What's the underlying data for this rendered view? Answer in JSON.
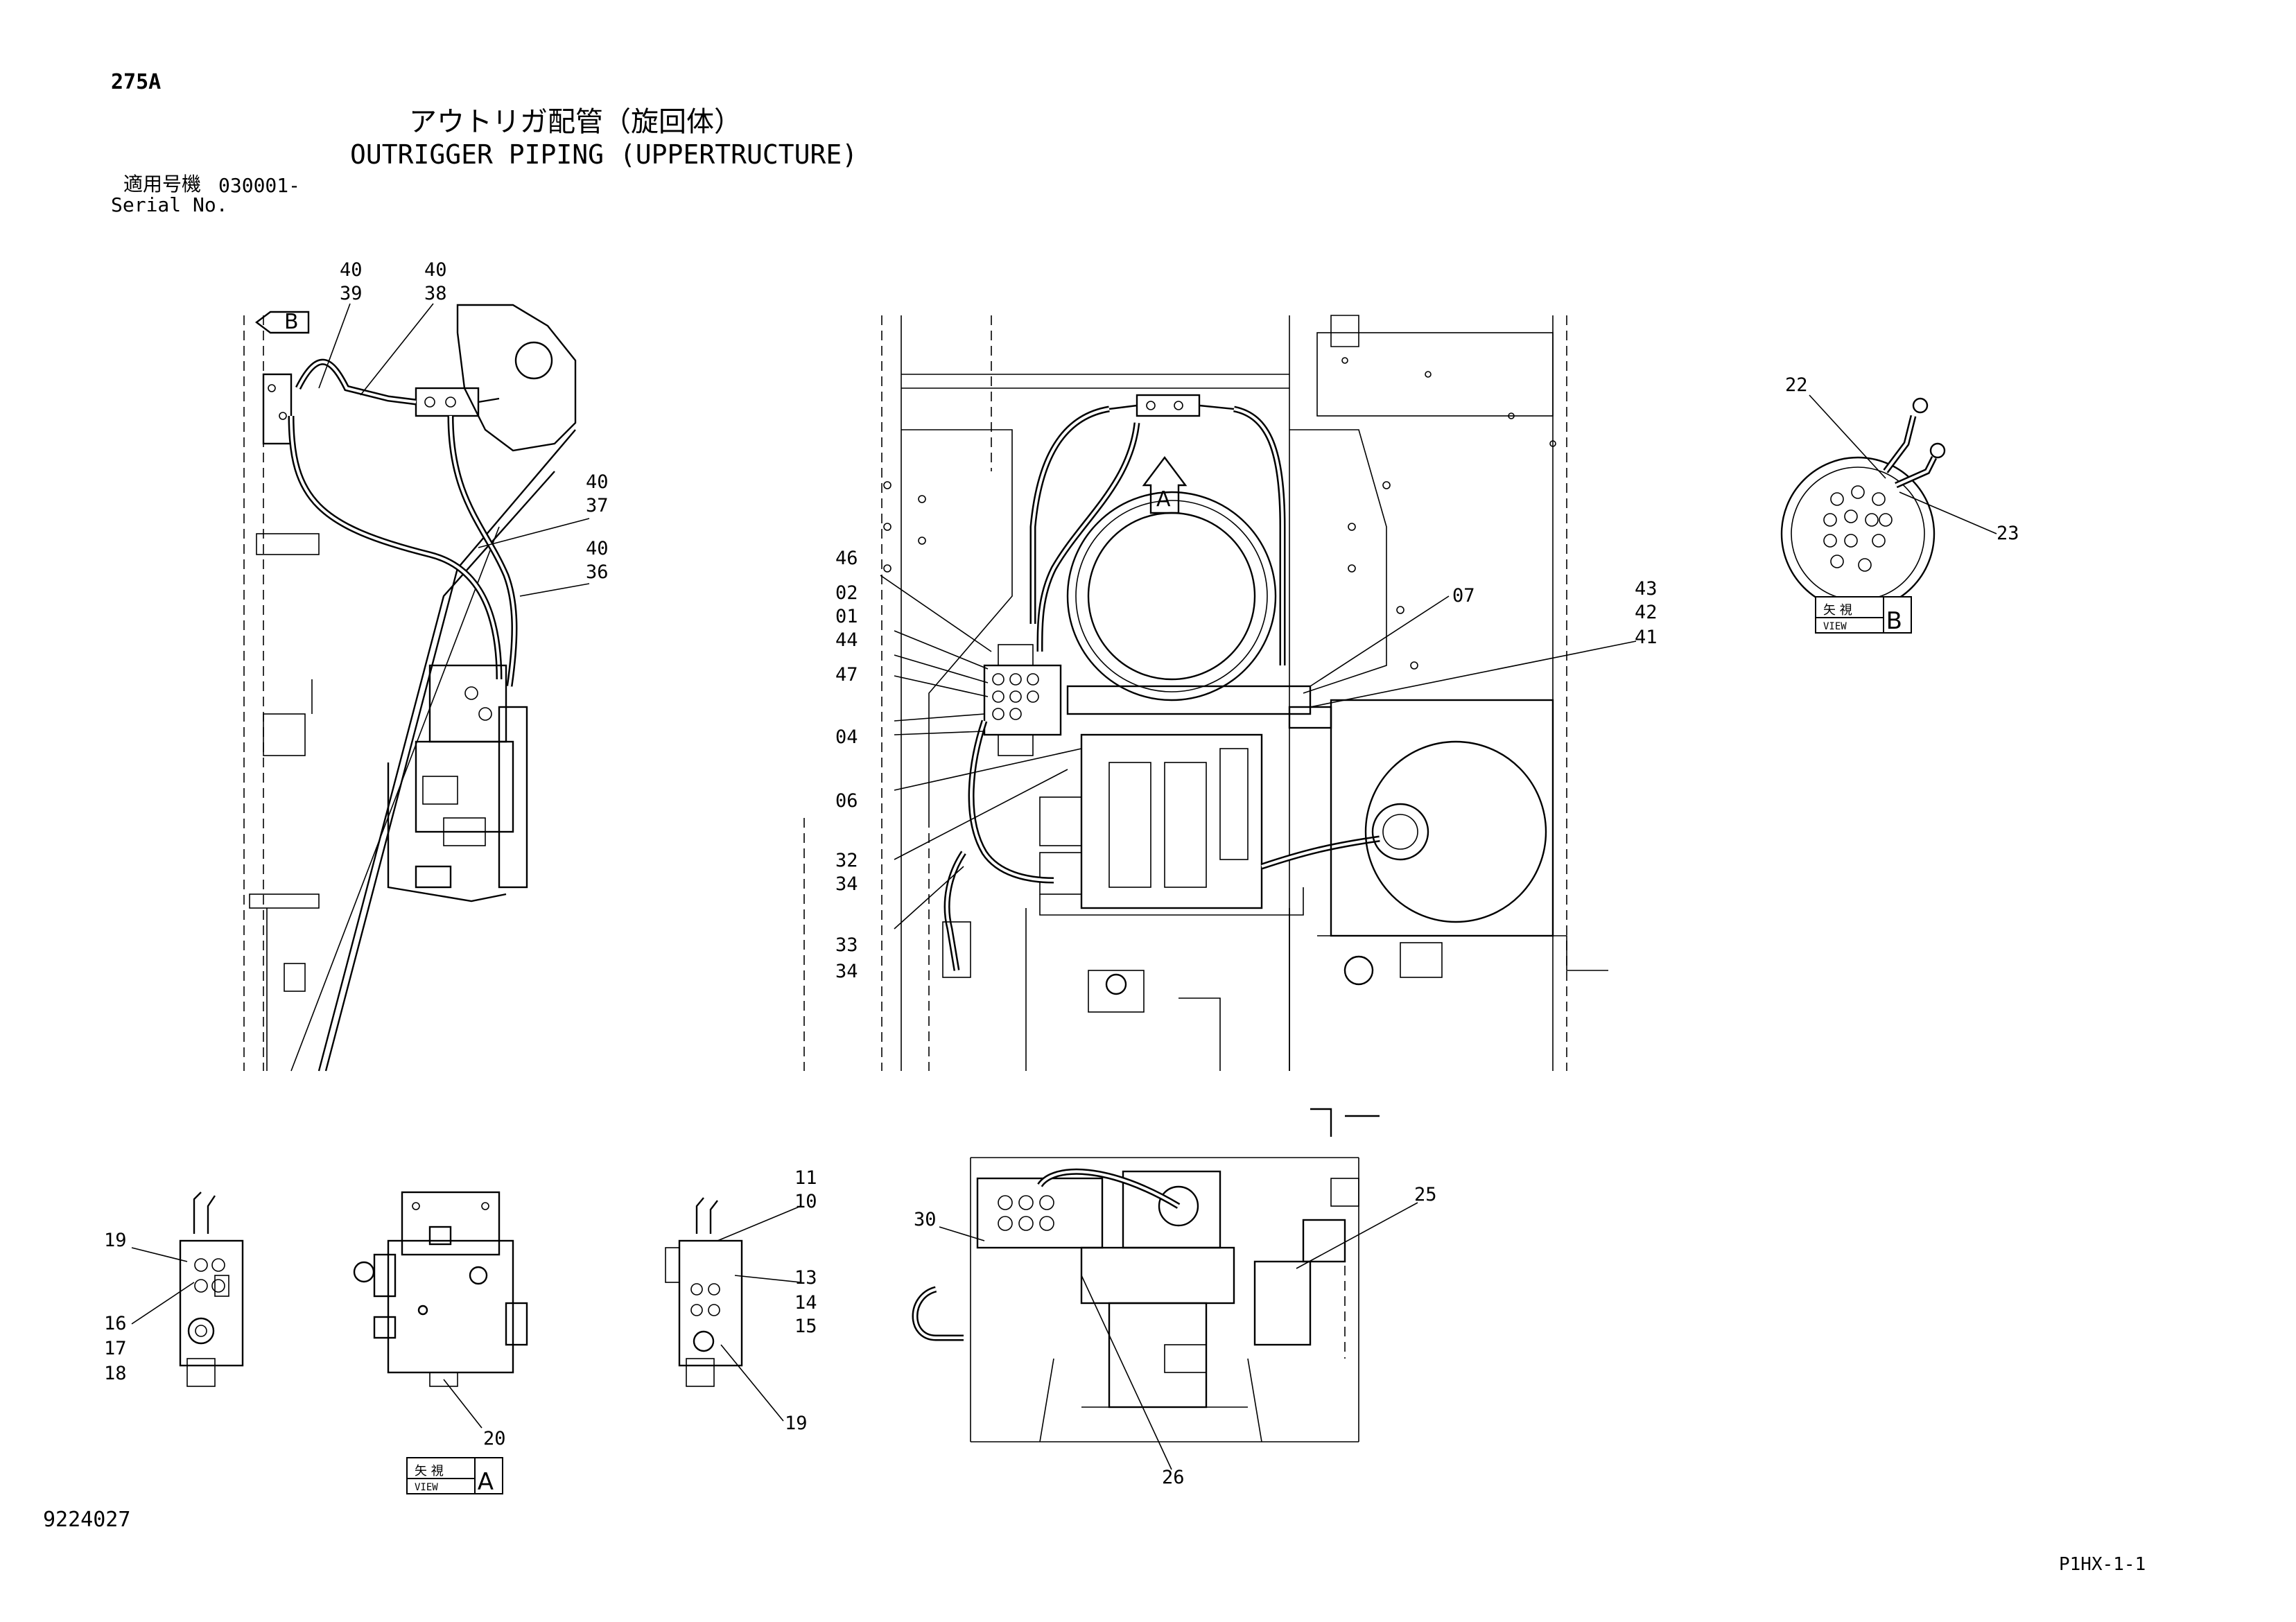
{
  "header": {
    "page_code": "275A",
    "title_jp": "アウトリガ配管（旋回体）",
    "title_en": "OUTRIGGER PIPING (UPPERTRUCTURE)",
    "serial_label_jp": "適用号機",
    "serial_value": "030001-",
    "serial_label_en": "Serial No."
  },
  "views": {
    "view_a": {
      "jp": "矢 視",
      "en": "VIEW",
      "letter": "A"
    },
    "view_b": {
      "jp": "矢 視",
      "en": "VIEW",
      "letter": "B"
    }
  },
  "arrow_markers": {
    "arrow_a": "A",
    "arrow_b": "B"
  },
  "callouts": {
    "c40a": "40",
    "c39": "39",
    "c40b": "40",
    "c38": "38",
    "c40c": "40",
    "c37": "37",
    "c40d": "40",
    "c36": "36",
    "c46": "46",
    "c02": "02",
    "c01": "01",
    "c44": "44",
    "c47": "47",
    "c04": "04",
    "c06": "06",
    "c32": "32",
    "c34a": "34",
    "c33": "33",
    "c34b": "34",
    "c07": "07",
    "c43": "43",
    "c42": "42",
    "c41": "41",
    "c22": "22",
    "c23": "23",
    "c19a": "19",
    "c16": "16",
    "c17": "17",
    "c18": "18",
    "c20": "20",
    "c11": "11",
    "c10": "10",
    "c13": "13",
    "c14": "14",
    "c15": "15",
    "c19b": "19",
    "c30": "30",
    "c25": "25",
    "c26": "26"
  },
  "footer": {
    "drawing_number": "9224027",
    "page_ref": "P1HX-1-1"
  }
}
